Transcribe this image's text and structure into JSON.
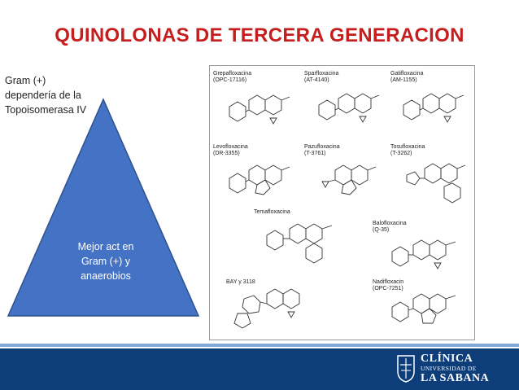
{
  "slide": {
    "title": "QUINOLONAS DE TERCERA GENERACION",
    "side_note": [
      "Gram (+)",
      "dependería de la",
      "Topoisomerasa IV"
    ],
    "pyramid_text": [
      "Mejor act en",
      "Gram (+) y",
      "anaerobios"
    ]
  },
  "structures": [
    {
      "name": "Grepafloxacina",
      "code": "(OPC-17116)"
    },
    {
      "name": "Sparfloxacina",
      "code": "(AT-4140)"
    },
    {
      "name": "Gatifloxacina",
      "code": "(AM-1155)"
    },
    {
      "name": "Levofloxacina",
      "code": "(DR-3355)"
    },
    {
      "name": "Pazufloxacina",
      "code": "(T-3761)"
    },
    {
      "name": "Tosufloxacina",
      "code": "(T-3262)"
    },
    {
      "name": "Temafloxacina",
      "code": ""
    },
    {
      "name": "Balofloxacina",
      "code": "(Q-35)"
    },
    {
      "name": "BAY y 3118",
      "code": ""
    },
    {
      "name": "Nadifloxacin",
      "code": "(OPC-7251)"
    }
  ],
  "logo": {
    "line1": "CLÍNICA",
    "line2": "UNIVERSIDAD DE",
    "line3": "LA SABANA"
  },
  "colors": {
    "title": "#c41e1e",
    "pyramid_fill": "#4472c4",
    "pyramid_stroke": "#2f528f",
    "footer": "#0e3e7a",
    "footer_stripe": "#7fa8d8"
  }
}
